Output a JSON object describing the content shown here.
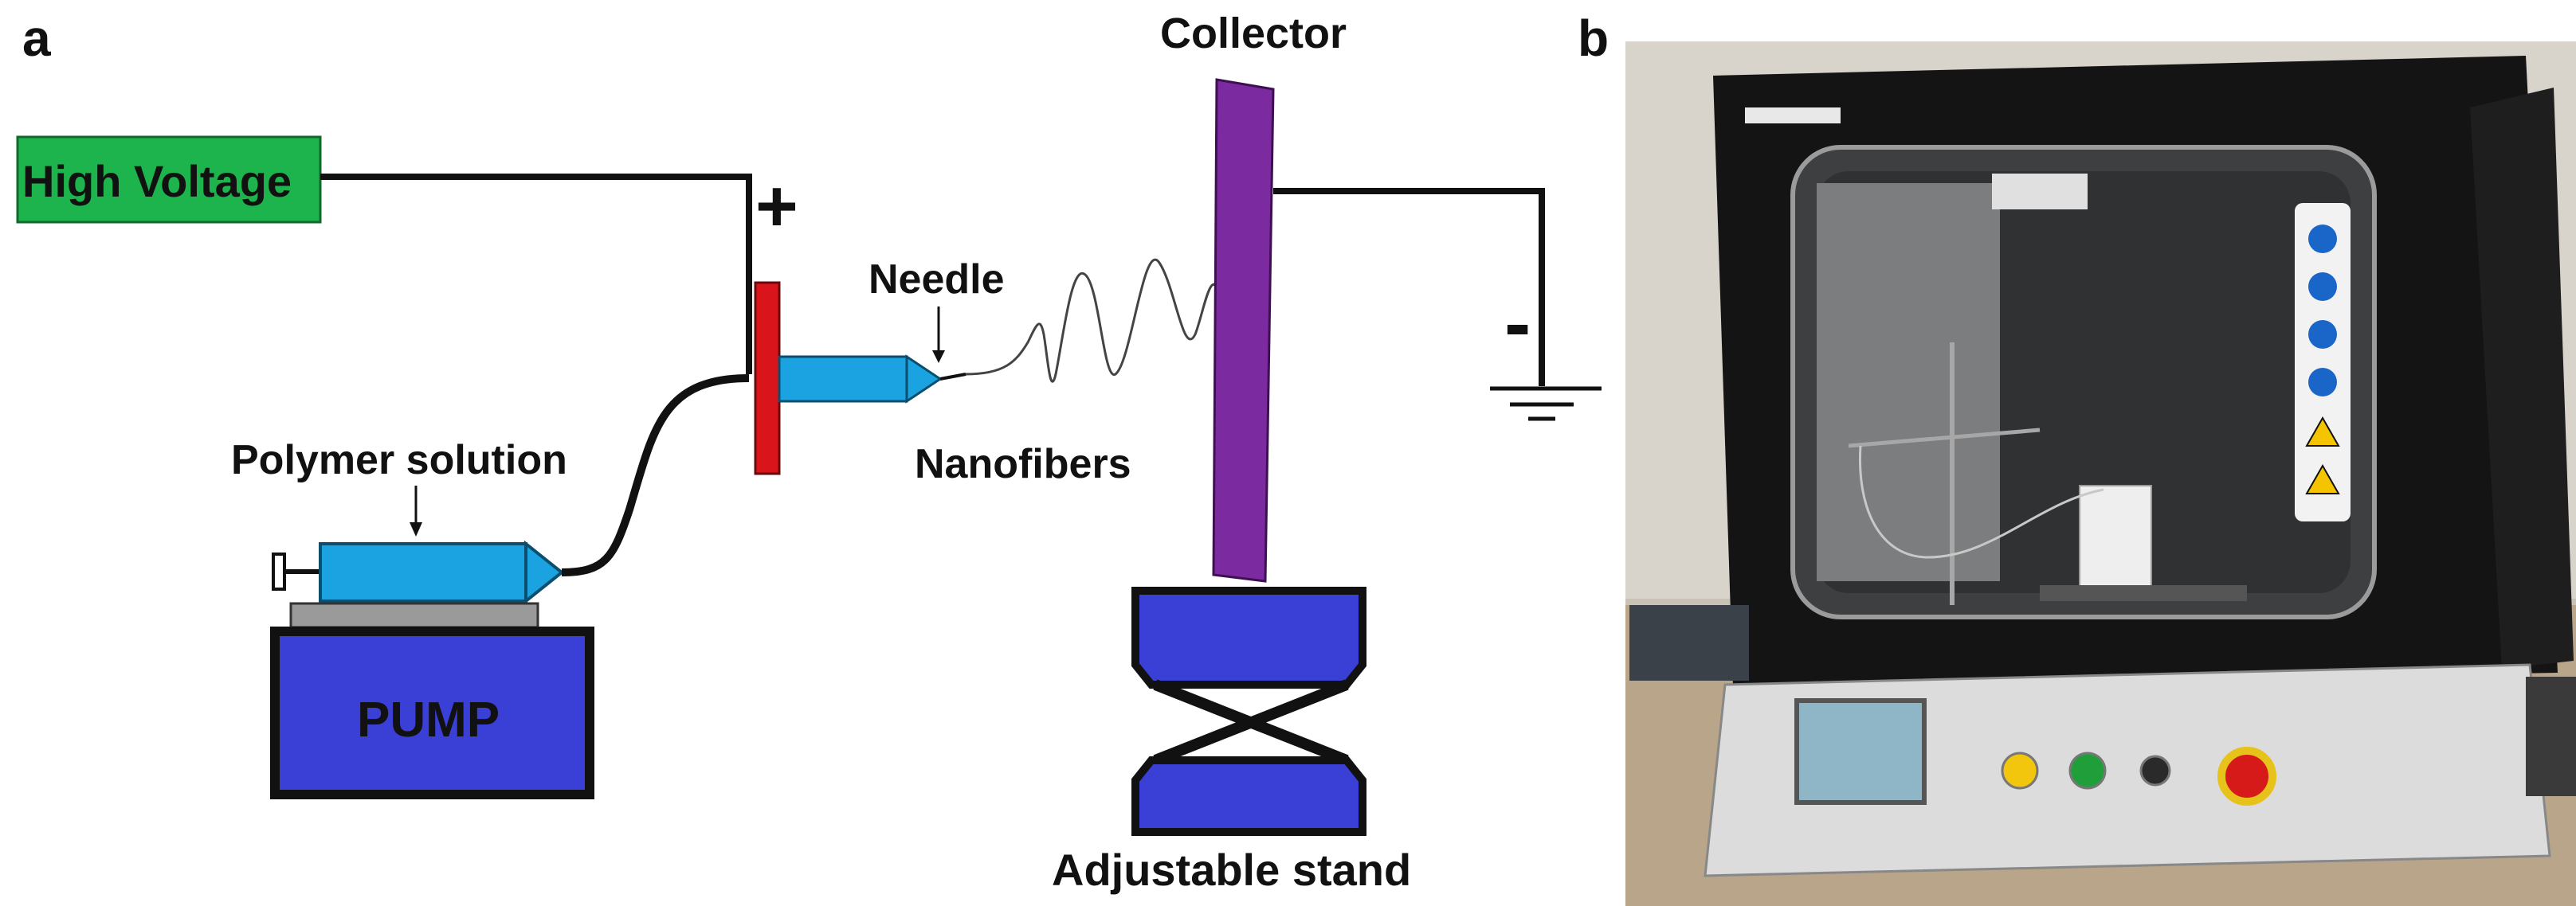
{
  "panels": {
    "a": {
      "letter": "a"
    },
    "b": {
      "letter": "b"
    }
  },
  "labels": {
    "high_voltage": "High Voltage",
    "plus_sign": "+",
    "minus_sign": "-",
    "collector": "Collector",
    "needle": "Needle",
    "nanofibers": "Nanofibers",
    "polymer_solution": "Polymer solution",
    "pump": "PUMP",
    "adjustable_stand": "Adjustable stand"
  },
  "colors": {
    "high_voltage_box": "#1db34d",
    "syringe_body": "#1aa3e0",
    "needle_holder": "#d9141b",
    "collector_plate": "#7b2aa0",
    "pump_body": "#3a3fd6",
    "pump_tray": "#9a9a9a",
    "stand_blocks": "#3a3fd6",
    "wire": "#111111",
    "machine_frame": "#111111",
    "machine_panel": "#dedede"
  }
}
